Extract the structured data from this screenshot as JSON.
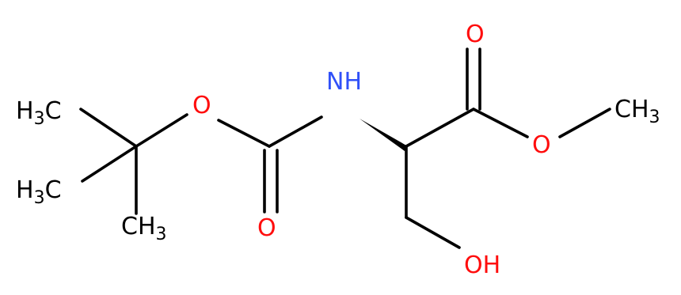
{
  "colors": {
    "bond": "#000000",
    "carbon": "#000000",
    "oxygen": "#ff0d0d",
    "nitrogen": "#3050f8"
  },
  "labels": {
    "nh": "NH",
    "o_ether_boc": "O",
    "o_carbonyl_boc": "O",
    "o_carbonyl_ester": "O",
    "o_ester": "O",
    "oh": "OH",
    "ch3": "CH",
    "h3c": "H",
    "c": "C",
    "sub3": "3"
  }
}
